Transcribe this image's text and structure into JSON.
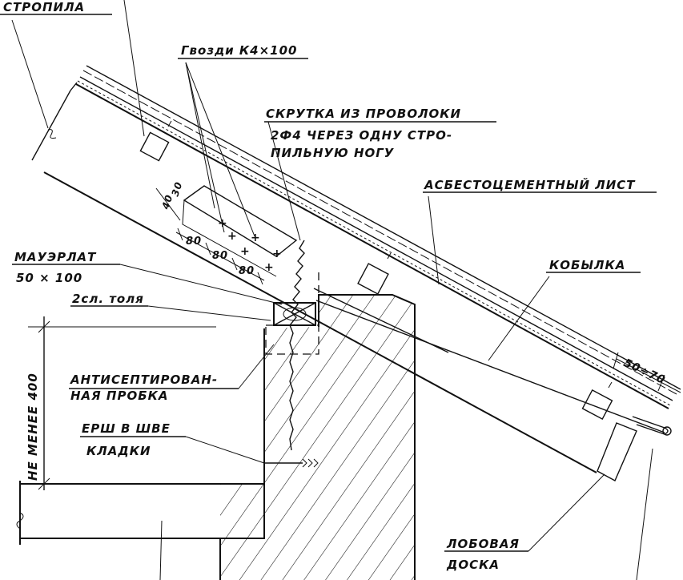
{
  "labels": {
    "rafters": "СТРОПИЛА",
    "nails": "Гвозди К4×100",
    "wire_twist_1": "СКРУТКА ИЗ ПРОВОЛОКИ",
    "wire_twist_2": "2Ф4 ЧЕРЕЗ ОДНУ СТРО-",
    "wire_twist_3": "ПИЛЬНУЮ НОГУ",
    "asbestos_sheet": "АСБЕСТОЦЕМЕНТНЫЙ ЛИСТ",
    "mauerlat_1": "МАУЭРЛАТ",
    "mauerlat_2": "50 × 100",
    "roofing_felt": "2сл. толя",
    "sprocket": "КОБЫЛКА",
    "antiseptic_1": "АНТИСЕПТИРОВАН-",
    "antiseptic_2": "НАЯ ПРОБКА",
    "ruff_1": "ЕРШ В ШВЕ",
    "ruff_2": "КЛАДКИ",
    "fascia_1": "ЛОБОВАЯ",
    "fascia_2": "ДОСКА",
    "min_height": "НЕ МЕНЕЕ 400",
    "dim_40": "40",
    "dim_30": "30",
    "dim_80_a": "80",
    "dim_80_b": "80",
    "dim_80_c": "80",
    "overhang": "50÷70"
  }
}
